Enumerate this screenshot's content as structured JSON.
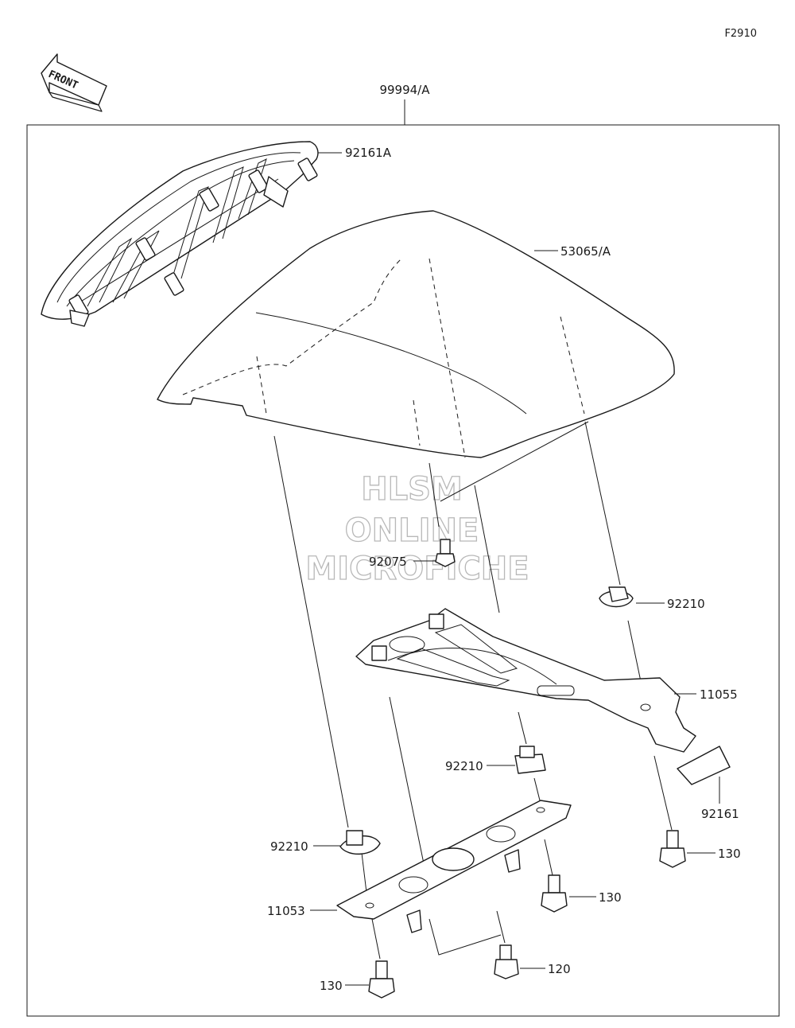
{
  "diagram_code": "F2910",
  "front_label": "FRONT",
  "watermark": [
    "HLSM",
    "ONLINE",
    "MICROFICHE"
  ],
  "parts": {
    "cover_assy": "99994/A",
    "seat_cover": "53065/A",
    "grommet_92161A": "92161A",
    "screw_92075": "92075",
    "nut_92210_right": "92210",
    "bracket_11055": "11055",
    "nut_92210_center": "92210",
    "rubber_92161": "92161",
    "nut_92210_left": "92210",
    "bolt_130_right": "130",
    "bracket_11053": "11053",
    "bolt_130_center": "130",
    "bolt_120": "120",
    "bolt_130_left": "130"
  }
}
